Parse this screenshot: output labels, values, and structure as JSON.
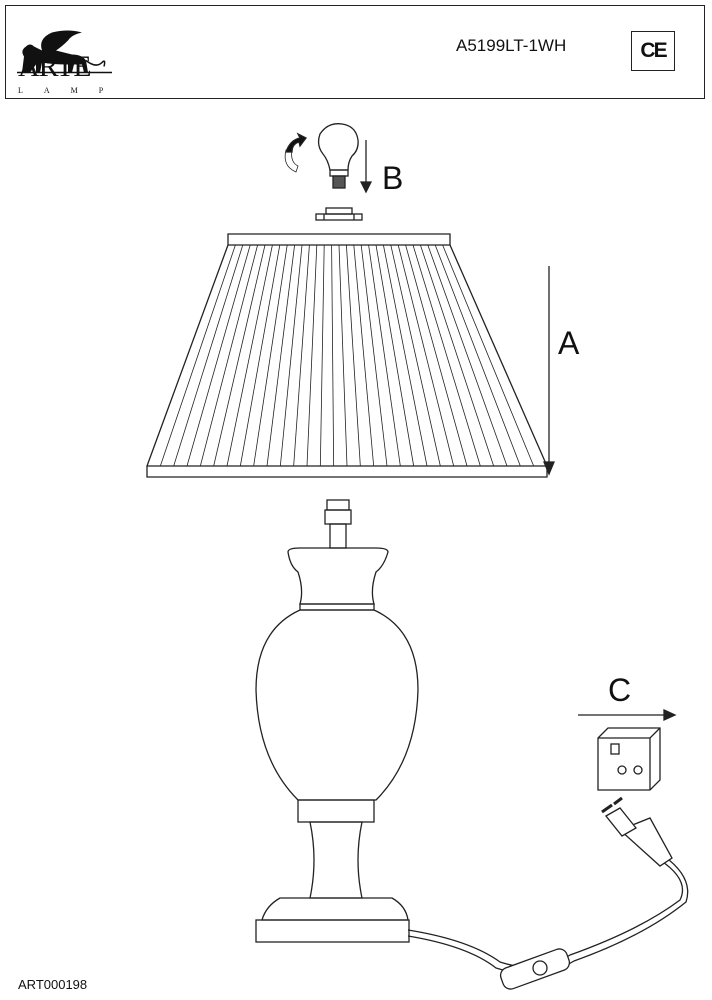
{
  "header": {
    "brand": "ARTE",
    "brand_sub": "LAMP",
    "model": "A5199LT-1WH",
    "certification_mark": "CE"
  },
  "diagram": {
    "label_a": "A",
    "label_b": "B",
    "label_c": "C"
  },
  "footer": {
    "doc_code": "ART000198"
  }
}
